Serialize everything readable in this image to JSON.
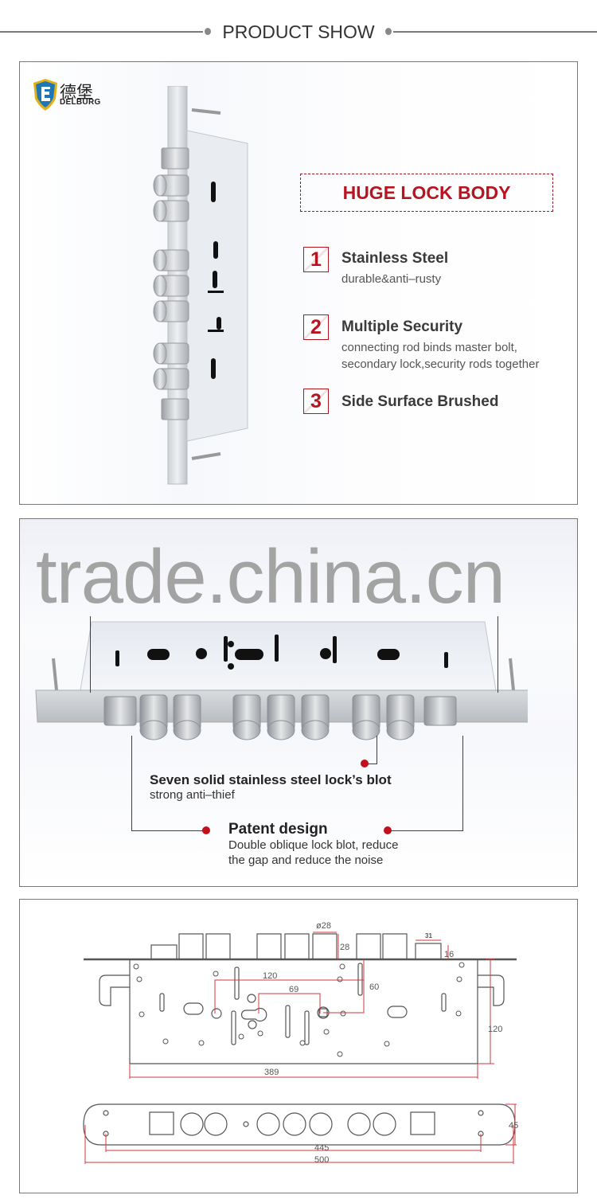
{
  "header": {
    "title": "PRODUCT SHOW"
  },
  "panel1": {
    "logo": {
      "cn": "德堡",
      "en": "DELBURG"
    },
    "headline": "HUGE  LOCK BODY",
    "features": [
      {
        "num": "1",
        "title": "Stainless Steel",
        "desc": [
          "durable&anti–rusty"
        ]
      },
      {
        "num": "2",
        "title": "Multiple Security",
        "desc": [
          "connecting rod binds master bolt,",
          "secondary lock,security rods together"
        ]
      },
      {
        "num": "3",
        "title": "Side Surface  Brushed",
        "desc": []
      }
    ]
  },
  "panel2": {
    "watermark": "trade.china.cn",
    "callout1": {
      "title": "Seven solid stainless steel lock’s blot",
      "desc": "strong anti–thief"
    },
    "callout2": {
      "title": "Patent  design",
      "desc": [
        "Double oblique lock blot, reduce",
        "the gap and reduce the noise"
      ]
    }
  },
  "panel3": {
    "dimensions": {
      "bolt_diameter": "ø28",
      "bolt_height": "28",
      "latch_width": "31",
      "latch_height": "16",
      "rod_offset": "60",
      "backset_120": "120",
      "center_69": "69",
      "body_height": "120",
      "body_length": "389",
      "faceplate_hole_spacing": "445",
      "faceplate_length": "500",
      "faceplate_width": "45"
    }
  },
  "colors": {
    "accent_red": "#b8141f",
    "line_gray": "#7a7a7a",
    "text_dark": "#333333"
  }
}
